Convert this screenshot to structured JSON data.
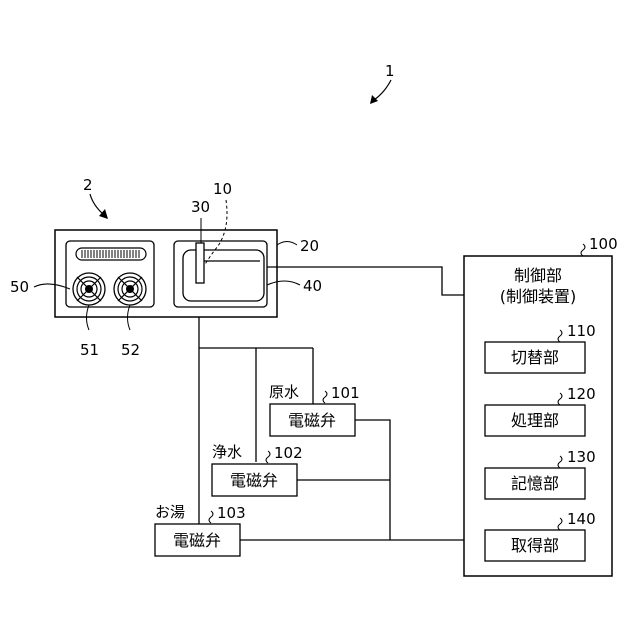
{
  "figure": {
    "system_ref": "1",
    "kitchen_ref": "2",
    "sensor_ref": "10",
    "counter_ref": "20",
    "faucet_ref": "30",
    "sink_ref": "40",
    "stove_ref": "50",
    "burner_left_ref": "51",
    "burner_right_ref": "52"
  },
  "valves": [
    {
      "label": "原水",
      "ref": "101",
      "box": "電磁弁"
    },
    {
      "label": "浄水",
      "ref": "102",
      "box": "電磁弁"
    },
    {
      "label": "お湯",
      "ref": "103",
      "box": "電磁弁"
    }
  ],
  "controller": {
    "ref": "100",
    "title": "制御部",
    "subtitle": "(制御装置)",
    "units": [
      {
        "ref": "110",
        "label": "切替部"
      },
      {
        "ref": "120",
        "label": "処理部"
      },
      {
        "ref": "130",
        "label": "記憶部"
      },
      {
        "ref": "140",
        "label": "取得部"
      }
    ]
  }
}
